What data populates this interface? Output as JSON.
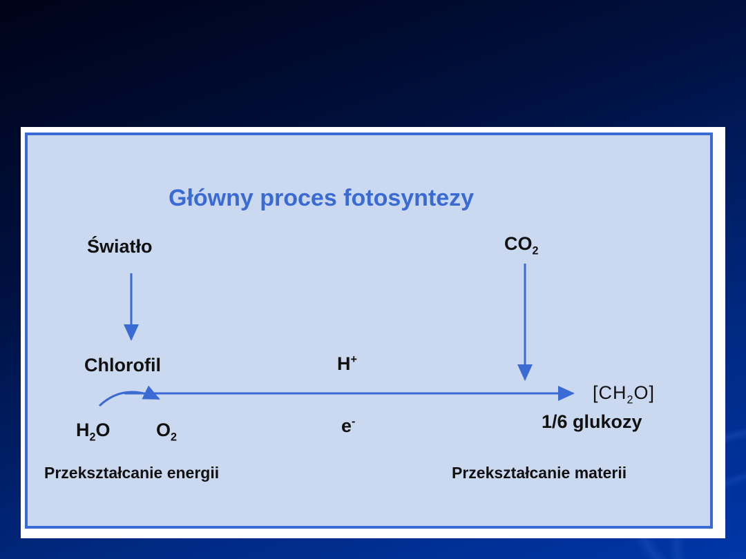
{
  "diagram": {
    "title": "Główny proces fotosyntezy",
    "light": "Światło",
    "co2": {
      "base": "CO",
      "sub": "2"
    },
    "chlorophyll": "Chlorofil",
    "proton": {
      "base": "H",
      "sup": "+"
    },
    "electron": {
      "base": "e",
      "sup": "-"
    },
    "water": {
      "a": "H",
      "sub": "2",
      "b": "O"
    },
    "oxygen": {
      "base": "O",
      "sub": "2"
    },
    "product": {
      "a": "[CH",
      "sub": "2",
      "b": "O]"
    },
    "glucose": "1/6 glukozy",
    "energy_label": "Przekształcanie energii",
    "matter_label": "Przekształcanie materii",
    "accent": "#3a6ad4"
  }
}
